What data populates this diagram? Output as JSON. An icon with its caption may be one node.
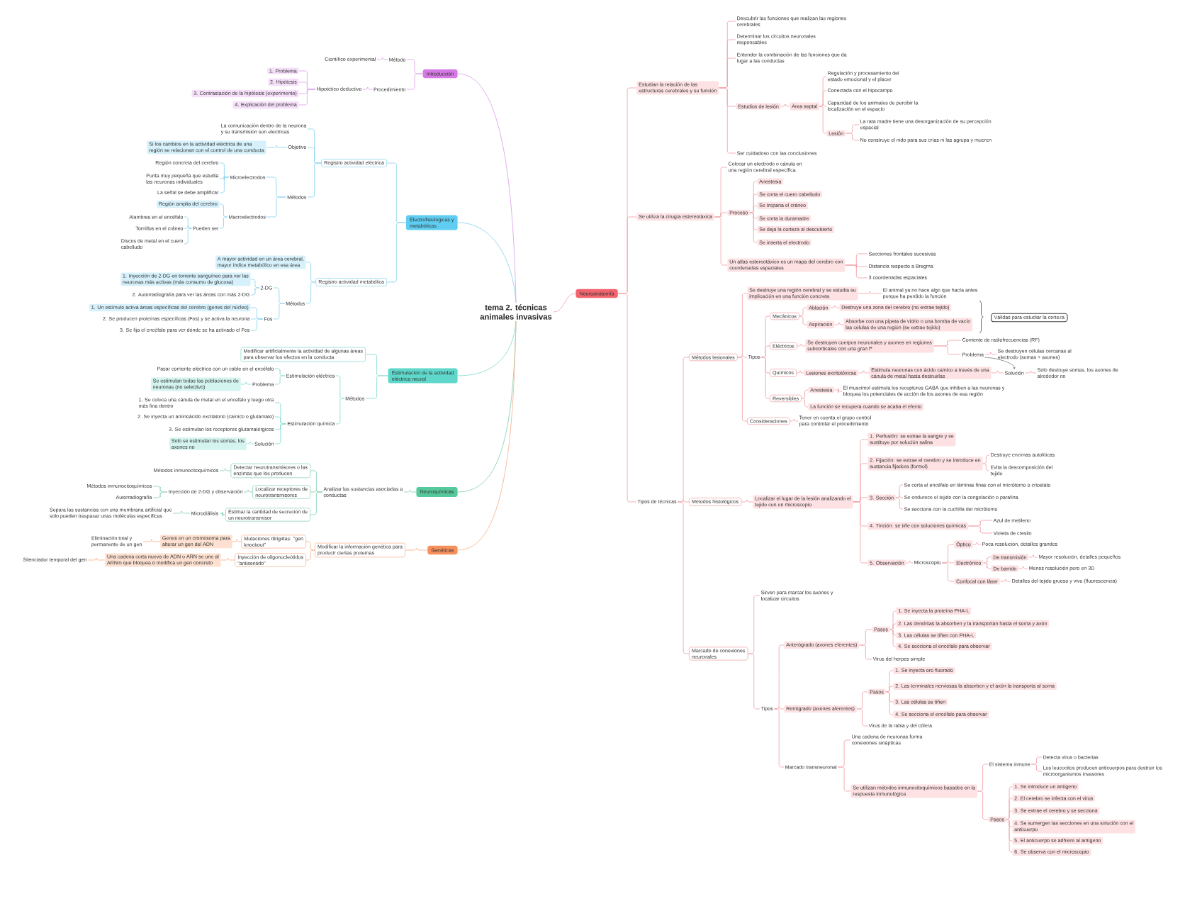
{
  "diagram": {
    "nodes": [
      {
        "text": [
          "tema 2. técnicas animales invasivas"
        ]
      },
      {
        "text": [
          "Introducción"
        ]
      },
      {
        "text": [
          "Método"
        ]
      },
      {
        "text": [
          "Científico experimental"
        ]
      },
      {
        "text": [
          "Procedimiento"
        ]
      },
      {
        "text": [
          "Hipotético deductivo"
        ]
      },
      {
        "text": [
          "1. Problema"
        ]
      },
      {
        "text": [
          "2. Hipótesis"
        ]
      },
      {
        "text": [
          "3. Contrastación de la hipótesis (experimento)"
        ]
      },
      {
        "text": [
          "4. Explicación del problema"
        ]
      },
      {
        "text": [
          "Electrofisiológicas y metabólicas"
        ]
      },
      {
        "text": [
          "Registro actividad eléctrica"
        ]
      },
      {
        "text": [
          "La comunicación dentro de la neurona y su transmisión son eléctricas"
        ]
      },
      {
        "text": [
          "Objetivo"
        ]
      },
      {
        "text": [
          "Si los cambios en la actividad eléctrica de una región se relacionan con el control de una conducta"
        ]
      },
      {
        "text": [
          "Métodos"
        ]
      },
      {
        "text": [
          "Microelectrodos"
        ]
      },
      {
        "text": [
          "Región concreta del cerebro"
        ]
      },
      {
        "text": [
          "Punta muy pequeña que estudia las neuronas individuales"
        ]
      },
      {
        "text": [
          "La señal se debe amplificar"
        ]
      },
      {
        "text": [
          "Macroelectrodos"
        ]
      },
      {
        "text": [
          "Región amplia del cerebro"
        ]
      },
      {
        "text": [
          "Pueden ser"
        ]
      },
      {
        "text": [
          "Alambres en el encéfalo"
        ]
      },
      {
        "text": [
          "Tornillos en el cráneo"
        ]
      },
      {
        "text": [
          "Discos de metal en el cuero cabelludo"
        ]
      },
      {
        "text": [
          "Registro actividad metabólica"
        ]
      },
      {
        "text": [
          "A mayor actividad en un área cerebral, mayor índice metabólico en esa área"
        ]
      },
      {
        "text": [
          "Métodos"
        ]
      },
      {
        "text": [
          "2-DG"
        ]
      },
      {
        "text": [
          "1. Inyección de 2-DG en torrente sanguíneo para ver las neuronas más activas (más consumo de glucosa)"
        ]
      },
      {
        "text": [
          "2. Autorradiografía para ver las áreas con más 2-DG"
        ]
      },
      {
        "text": [
          "Fos"
        ]
      },
      {
        "text": [
          "1. Un estímulo activa áreas específicas del cerebro (genes del núcleo)"
        ]
      },
      {
        "text": [
          "2. Se producen proteínas específicas (Fos) y se activa la neurona"
        ]
      },
      {
        "text": [
          "3. Se fija el encéfalo para ver dónde se ha activado el Fos"
        ]
      },
      {
        "text": [
          "Estimulación de la actividad eléctrica neural"
        ]
      },
      {
        "text": [
          "Modificar artificialmente la actividad de algunas áreas para observar los efectos en la conducta"
        ]
      },
      {
        "text": [
          "Métodos"
        ]
      },
      {
        "text": [
          "Estimulación eléctrica"
        ]
      },
      {
        "text": [
          "Pasar corriente eléctrica con un cable en el encéfalo"
        ]
      },
      {
        "text": [
          "Problema"
        ]
      },
      {
        "text": [
          "Se estimulan todas las poblaciones de neuronas (no selectivo)"
        ]
      },
      {
        "text": [
          "Estimulación química"
        ]
      },
      {
        "text": [
          "1. Se coloca una cánula de metal en el encéfalo y luego otra más fina dentro"
        ]
      },
      {
        "text": [
          "2. Se inyecta un aminoácido excitatorio (caínico o glutamato)"
        ]
      },
      {
        "text": [
          "3. Se estimulan los receptores glutamatérgicos"
        ]
      },
      {
        "text": [
          "Solución"
        ]
      },
      {
        "text": [
          "Solo se estimulan los somas, los axones no"
        ]
      },
      {
        "text": [
          "Neuroquímicas"
        ]
      },
      {
        "text": [
          "Analizar las sustancias asociadas a conductas"
        ]
      },
      {
        "text": [
          "Detectar neurotransmisores o las enzimas que los producen"
        ]
      },
      {
        "text": [
          "Métodos inmunocitoquímicos"
        ]
      },
      {
        "text": [
          "Localizar receptores de neurotransmisores"
        ]
      },
      {
        "text": [
          "Inyección de 2-DG y observación"
        ]
      },
      {
        "text": [
          "Métodos inmunocitoquímicos"
        ]
      },
      {
        "text": [
          "Autorradiografía"
        ]
      },
      {
        "text": [
          "Estimar la cantidad de secreción de un neurotransmisor"
        ]
      },
      {
        "text": [
          "Microdiálisis"
        ]
      },
      {
        "text": [
          "Separa las sustancias con una membrana artificial que solo pueden traspasar unas moléculas específicas"
        ]
      },
      {
        "text": [
          "Genéticas"
        ]
      },
      {
        "text": [
          "Modificar la información genética para producir ciertas proteínas"
        ]
      },
      {
        "text": [
          "Mutaciones dirigidas: \"gen knockout\""
        ]
      },
      {
        "text": [
          "Genes en un cromosoma para alterar un gen del ADN"
        ]
      },
      {
        "text": [
          "Eliminación total y permanente de un gen"
        ]
      },
      {
        "text": [
          "Inyección de oligonucleótidos \"antisentido\""
        ]
      },
      {
        "text": [
          "Una cadena corta nueva de ADN o ARN se une al ARNm que bloquea o modifica un gen concreto"
        ]
      },
      {
        "text": [
          "Silenciador temporal del gen"
        ]
      },
      {
        "text": [
          "Neuroanatomía"
        ]
      },
      {
        "text": [
          "Estudian la relación de las estructuras cerebrales y su función"
        ]
      },
      {
        "text": [
          "Descubrir las funciones que realizan las regiones cerebrales"
        ]
      },
      {
        "text": [
          "Determinar los circuitos neuronales responsables"
        ]
      },
      {
        "text": [
          "Entender la combinación de las funciones que da lugar a las conductas"
        ]
      },
      {
        "text": [
          "Estudios de lesión"
        ]
      },
      {
        "text": [
          "Área septal"
        ]
      },
      {
        "text": [
          "Regulación y procesamiento del estado emocional y el placer"
        ]
      },
      {
        "text": [
          "Conectada con el hipocampo"
        ]
      },
      {
        "text": [
          "Capacidad de los animales de percibir la localización en el espacio"
        ]
      },
      {
        "text": [
          "Lesión"
        ]
      },
      {
        "text": [
          "La rata madre tiene una desorganización de su percepción espacial"
        ]
      },
      {
        "text": [
          "No construye el nido para sus crías ni las agrupa y mueren"
        ]
      },
      {
        "text": [
          "Ser cuidadoso con las conclusiones"
        ]
      },
      {
        "text": [
          "Se utiliza la cirugía estereotáxica"
        ]
      },
      {
        "text": [
          "Colocar un electrodo o cánula en una región cerebral específica"
        ]
      },
      {
        "text": [
          "Proceso"
        ]
      },
      {
        "text": [
          "Anestesia"
        ]
      },
      {
        "text": [
          "Se corta el cuero cabelludo"
        ]
      },
      {
        "text": [
          "Se trepana el cráneo"
        ]
      },
      {
        "text": [
          "Se corta la duramadre"
        ]
      },
      {
        "text": [
          "Se deja la corteza al descubierto"
        ]
      },
      {
        "text": [
          "Se inserta el electrodo"
        ]
      },
      {
        "text": [
          "Un atlas estereotáxico es un mapa del cerebro con coordenadas espaciales"
        ]
      },
      {
        "text": [
          "Secciones frontales sucesivas"
        ]
      },
      {
        "text": [
          "Distancia respecto a Bregma"
        ]
      },
      {
        "text": [
          "3 coordenadas espaciales"
        ]
      },
      {
        "text": [
          "Tipos de técnicas"
        ]
      },
      {
        "text": [
          "Métodos lesionales"
        ]
      },
      {
        "text": [
          "Se destruye una región cerebral y se estudia su implicación en una función concreta"
        ]
      },
      {
        "text": [
          "El animal ya no hace algo que hacía antes porque ha perdido la función"
        ]
      },
      {
        "text": [
          "Tipos"
        ]
      },
      {
        "text": [
          "Mecánicos"
        ]
      },
      {
        "text": [
          "Ablación"
        ]
      },
      {
        "text": [
          "Destruye una zona del cerebro (no extrae tejido)"
        ]
      },
      {
        "text": [
          "Aspiración"
        ]
      },
      {
        "text": [
          "Absorbe con una pipeta de vidrio o una bomba de vacío las células de una región (se extrae tejido)"
        ]
      },
      {
        "text": [
          "Válidas para estudiar la corteza"
        ]
      },
      {
        "text": [
          "Eléctricos"
        ]
      },
      {
        "text": [
          "Se destruyen cuerpos neuronales y axones en regiones subcorticales con una gran f*"
        ]
      },
      {
        "text": [
          "Corriente de radiofrecuencias (RF)"
        ]
      },
      {
        "text": [
          "Problema"
        ]
      },
      {
        "text": [
          "Se destruyen células cercanas al electrodo (somas + axones)"
        ]
      },
      {
        "text": [
          "Químicos"
        ]
      },
      {
        "text": [
          "Lesiones excitotóxicas"
        ]
      },
      {
        "text": [
          "Estimula neuronas con ácido caínico a través de una cánula de metal hasta destruirlas"
        ]
      },
      {
        "text": [
          "Solución"
        ]
      },
      {
        "text": [
          "Solo destruye somas, los axones de alrededor no"
        ]
      },
      {
        "text": [
          "Reversibles"
        ]
      },
      {
        "text": [
          "Anestesia"
        ]
      },
      {
        "text": [
          "El muscimol estimula los receptores GABA que inhiben a las neuronas y bloquea los potenciales de acción de los axones de esa región"
        ]
      },
      {
        "text": [
          "La función se recupera cuando se acaba el efecto"
        ]
      },
      {
        "text": [
          "Consideraciones"
        ]
      },
      {
        "text": [
          "Tener en cuenta el grupo control para controlar el procedimiento"
        ]
      },
      {
        "text": [
          "Métodos histológicos"
        ]
      },
      {
        "text": [
          "Localizar el lugar de la lesión analizando el tejido con un microscopio"
        ]
      },
      {
        "text": [
          "1. Perfusión: se extrae la sangre y se sustituye por solución salina"
        ]
      },
      {
        "text": [
          "2. Fijación: se extrae el cerebro y se introduce en sustancia fijadora (formol)"
        ]
      },
      {
        "text": [
          "Destruye enzimas autolíticas"
        ]
      },
      {
        "text": [
          "Evita la descomposición del tejido"
        ]
      },
      {
        "text": [
          "3. Sección"
        ]
      },
      {
        "text": [
          "Se corta el encéfalo en láminas finas con el micrótomo o criostato"
        ]
      },
      {
        "text": [
          "Se endurece el tejido con la congelación o parafina"
        ]
      },
      {
        "text": [
          "Se secciona con la cuchilla del micrótomo"
        ]
      },
      {
        "text": [
          "4. Tinción: se tiñe con soluciones químicas"
        ]
      },
      {
        "text": [
          "Azul de metileno"
        ]
      },
      {
        "text": [
          "Violeta de cresilo"
        ]
      },
      {
        "text": [
          "5. Observación"
        ]
      },
      {
        "text": [
          "Microscopio"
        ]
      },
      {
        "text": [
          "Óptico"
        ]
      },
      {
        "text": [
          "Poca resolución, detalles grandes"
        ]
      },
      {
        "text": [
          "Electrónico"
        ]
      },
      {
        "text": [
          "De transmisión"
        ]
      },
      {
        "text": [
          "Mayor resolución, detalles pequeños"
        ]
      },
      {
        "text": [
          "De barrido"
        ]
      },
      {
        "text": [
          "Menos resolución pero en 3D"
        ]
      },
      {
        "text": [
          "Confocal con láser"
        ]
      },
      {
        "text": [
          "Detalles del tejido grueso y vivo (fluorescencia)"
        ]
      },
      {
        "text": [
          "Marcado de conexiones neuronales"
        ]
      },
      {
        "text": [
          "Sirven para marcar los axones y localizar circuitos"
        ]
      },
      {
        "text": [
          "Tipos"
        ]
      },
      {
        "text": [
          "Anterógrado (axones eferentes)"
        ]
      },
      {
        "text": [
          "Pasos"
        ]
      },
      {
        "text": [
          "1. Se inyecta la proteína PHA-L"
        ]
      },
      {
        "text": [
          "2. Las dendritas la absorben y la transportan hasta el soma y axón"
        ]
      },
      {
        "text": [
          "3. Las células se tiñen con PHA-L"
        ]
      },
      {
        "text": [
          "4. Se secciona el encéfalo para observar"
        ]
      },
      {
        "text": [
          "Virus del herpes simple"
        ]
      },
      {
        "text": [
          "Retrógrado (axones aferentes)"
        ]
      },
      {
        "text": [
          "Pasos"
        ]
      },
      {
        "text": [
          "1. Se inyecta oro fluorado"
        ]
      },
      {
        "text": [
          "2. Las terminales nerviosas la absorben y el axón la transporta al soma"
        ]
      },
      {
        "text": [
          "3. Las células se tiñen"
        ]
      },
      {
        "text": [
          "4. Se secciona el encéfalo para observar"
        ]
      },
      {
        "text": [
          "Virus de la rabia y del cólera"
        ]
      },
      {
        "text": [
          "Marcado transneuronal"
        ]
      },
      {
        "text": [
          "Una cadena de neuronas forma conexiones sinápticas"
        ]
      },
      {
        "text": [
          "Se utilizan métodos inmunocitoquímicos basados en la respuesta inmunológica"
        ]
      },
      {
        "text": [
          "El sistema inmune"
        ]
      },
      {
        "text": [
          "Detecta virus o bacterias"
        ]
      },
      {
        "text": [
          "Los leucocitos producen anticuerpos para destruir los microorganismos invasores"
        ]
      },
      {
        "text": [
          "Pasos"
        ]
      },
      {
        "text": [
          "1. Se introduce un antígeno"
        ]
      },
      {
        "text": [
          "2. El cerebro se infecta con el virus"
        ]
      },
      {
        "text": [
          "3. Se extrae el cerebro y se secciona"
        ]
      },
      {
        "text": [
          "4. Se sumergen las secciones en una solución con el anticuerpo"
        ]
      },
      {
        "text": [
          "5. El anticuerpo se adhiere al antígeno"
        ]
      },
      {
        "text": [
          "6. Se observa con el microscopio"
        ]
      }
    ],
    "edges": [
      {
        "from": 0,
        "to": 1,
        "arrow": "none",
        "color": "#dca6ea"
      },
      {
        "from": 1,
        "to": 2,
        "arrow": "none",
        "color": "#dca6ea"
      },
      {
        "from": 2,
        "to": 3,
        "arrow": "none",
        "color": "#dca6ea"
      },
      {
        "from": 1,
        "to": 4,
        "arrow": "none",
        "color": "#dca6ea"
      },
      {
        "from": 4,
        "to": 5,
        "arrow": "none",
        "color": "#dca6ea"
      },
      {
        "from": 5,
        "to": 6,
        "arrow": "none",
        "color": "#dca6ea"
      },
      {
        "from": 5,
        "to": 7,
        "arrow": "none",
        "color": "#dca6ea"
      },
      {
        "from": 5,
        "to": 8,
        "arrow": "none",
        "color": "#dca6ea"
      },
      {
        "from": 5,
        "to": 9,
        "arrow": "none",
        "color": "#dca6ea"
      },
      {
        "from": 0,
        "to": 10,
        "arrow": "none",
        "color": "#8fd5ef"
      },
      {
        "from": 10,
        "to": 11,
        "arrow": "none",
        "color": "#8fd5ef"
      },
      {
        "from": 11,
        "to": 12,
        "arrow": "none",
        "color": "#8fd5ef"
      },
      {
        "from": 11,
        "to": 13,
        "arrow": "none",
        "color": "#8fd5ef"
      },
      {
        "from": 13,
        "to": 14,
        "arrow": "none",
        "color": "#8fd5ef"
      },
      {
        "from": 11,
        "to": 15,
        "arrow": "none",
        "color": "#8fd5ef"
      },
      {
        "from": 15,
        "to": 16,
        "arrow": "none",
        "color": "#8fd5ef"
      },
      {
        "from": 16,
        "to": 17,
        "arrow": "none",
        "color": "#8fd5ef"
      },
      {
        "from": 16,
        "to": 18,
        "arrow": "none",
        "color": "#8fd5ef"
      },
      {
        "from": 16,
        "to": 19,
        "arrow": "none",
        "color": "#8fd5ef"
      },
      {
        "from": 15,
        "to": 20,
        "arrow": "none",
        "color": "#8fd5ef"
      },
      {
        "from": 20,
        "to": 21,
        "arrow": "none",
        "color": "#8fd5ef"
      },
      {
        "from": 20,
        "to": 22,
        "arrow": "none",
        "color": "#8fd5ef"
      },
      {
        "from": 22,
        "to": 23,
        "arrow": "none",
        "color": "#8fd5ef"
      },
      {
        "from": 22,
        "to": 24,
        "arrow": "none",
        "color": "#8fd5ef"
      },
      {
        "from": 22,
        "to": 25,
        "arrow": "none",
        "color": "#8fd5ef"
      },
      {
        "from": 10,
        "to": 26,
        "arrow": "none",
        "color": "#8fd5ef"
      },
      {
        "from": 26,
        "to": 27,
        "arrow": "none",
        "color": "#8fd5ef"
      },
      {
        "from": 26,
        "to": 28,
        "arrow": "none",
        "color": "#8fd5ef"
      },
      {
        "from": 28,
        "to": 29,
        "arrow": "none",
        "color": "#8fd5ef"
      },
      {
        "from": 29,
        "to": 30,
        "arrow": "none",
        "color": "#8fd5ef"
      },
      {
        "from": 29,
        "to": 31,
        "arrow": "none",
        "color": "#8fd5ef"
      },
      {
        "from": 28,
        "to": 32,
        "arrow": "none",
        "color": "#8fd5ef"
      },
      {
        "from": 32,
        "to": 33,
        "arrow": "none",
        "color": "#8fd5ef"
      },
      {
        "from": 32,
        "to": 34,
        "arrow": "none",
        "color": "#8fd5ef"
      },
      {
        "from": 32,
        "to": 35,
        "arrow": "none",
        "color": "#8fd5ef"
      },
      {
        "from": 0,
        "to": 36,
        "arrow": "none",
        "color": "#8adcd2"
      },
      {
        "from": 36,
        "to": 37,
        "arrow": "none",
        "color": "#8adcd2"
      },
      {
        "from": 36,
        "to": 38,
        "arrow": "none",
        "color": "#8adcd2"
      },
      {
        "from": 38,
        "to": 39,
        "arrow": "none",
        "color": "#8adcd2"
      },
      {
        "from": 39,
        "to": 40,
        "arrow": "none",
        "color": "#8adcd2"
      },
      {
        "from": 39,
        "to": 41,
        "arrow": "none",
        "color": "#8adcd2"
      },
      {
        "from": 41,
        "to": 42,
        "arrow": "none",
        "color": "#8adcd2"
      },
      {
        "from": 38,
        "to": 43,
        "arrow": "none",
        "color": "#8adcd2"
      },
      {
        "from": 43,
        "to": 44,
        "arrow": "none",
        "color": "#8adcd2"
      },
      {
        "from": 43,
        "to": 45,
        "arrow": "none",
        "color": "#8adcd2"
      },
      {
        "from": 43,
        "to": 46,
        "arrow": "none",
        "color": "#8adcd2"
      },
      {
        "from": 43,
        "to": 47,
        "arrow": "none",
        "color": "#8adcd2"
      },
      {
        "from": 47,
        "to": 48,
        "arrow": "none",
        "color": "#8adcd2"
      },
      {
        "from": 0,
        "to": 49,
        "arrow": "none",
        "color": "#8fd3b6"
      },
      {
        "from": 49,
        "to": 50,
        "arrow": "none",
        "color": "#8fd3b6"
      },
      {
        "from": 50,
        "to": 51,
        "arrow": "none",
        "color": "#8fd3b6"
      },
      {
        "from": 51,
        "to": 52,
        "arrow": "none",
        "color": "#8fd3b6"
      },
      {
        "from": 50,
        "to": 53,
        "arrow": "none",
        "color": "#8fd3b6"
      },
      {
        "from": 53,
        "to": 54,
        "arrow": "none",
        "color": "#8fd3b6"
      },
      {
        "from": 54,
        "to": 55,
        "arrow": "none",
        "color": "#8fd3b6"
      },
      {
        "from": 54,
        "to": 56,
        "arrow": "none",
        "color": "#8fd3b6"
      },
      {
        "from": 50,
        "to": 57,
        "arrow": "none",
        "color": "#8fd3b6"
      },
      {
        "from": 57,
        "to": 58,
        "arrow": "none",
        "color": "#8fd3b6"
      },
      {
        "from": 58,
        "to": 59,
        "arrow": "none",
        "color": "#8fd3b6"
      },
      {
        "from": 0,
        "to": 60,
        "arrow": "none",
        "color": "#f6b592"
      },
      {
        "from": 60,
        "to": 61,
        "arrow": "none",
        "color": "#f6b592"
      },
      {
        "from": 61,
        "to": 62,
        "arrow": "none",
        "color": "#f6b592"
      },
      {
        "from": 62,
        "to": 63,
        "arrow": "none",
        "color": "#f6b592"
      },
      {
        "from": 63,
        "to": 64,
        "arrow": "none",
        "color": "#f6b592"
      },
      {
        "from": 61,
        "to": 65,
        "arrow": "none",
        "color": "#f6b592"
      },
      {
        "from": 65,
        "to": 66,
        "arrow": "none",
        "color": "#f6b592"
      },
      {
        "from": 66,
        "to": 67,
        "arrow": "none",
        "color": "#f6b592"
      },
      {
        "from": 0,
        "to": 68,
        "arrow": "none"
      },
      {
        "from": 68,
        "to": 69,
        "arrow": "none"
      },
      {
        "from": 69,
        "to": 70,
        "arrow": "none"
      },
      {
        "from": 69,
        "to": 71,
        "arrow": "none"
      },
      {
        "from": 69,
        "to": 72,
        "arrow": "none"
      },
      {
        "from": 69,
        "to": 73,
        "arrow": "none"
      },
      {
        "from": 73,
        "to": 74,
        "arrow": "none"
      },
      {
        "from": 74,
        "to": 75,
        "arrow": "none"
      },
      {
        "from": 74,
        "to": 76,
        "arrow": "none"
      },
      {
        "from": 74,
        "to": 77,
        "arrow": "none"
      },
      {
        "from": 74,
        "to": 78,
        "arrow": "none"
      },
      {
        "from": 78,
        "to": 79,
        "arrow": "none"
      },
      {
        "from": 78,
        "to": 80,
        "arrow": "none"
      },
      {
        "from": 69,
        "to": 81,
        "arrow": "none"
      },
      {
        "from": 68,
        "to": 82,
        "arrow": "none"
      },
      {
        "from": 82,
        "to": 83,
        "arrow": "none"
      },
      {
        "from": 82,
        "to": 84,
        "arrow": "none"
      },
      {
        "from": 84,
        "to": 85,
        "arrow": "none"
      },
      {
        "from": 84,
        "to": 86,
        "arrow": "none"
      },
      {
        "from": 84,
        "to": 87,
        "arrow": "none"
      },
      {
        "from": 84,
        "to": 88,
        "arrow": "none"
      },
      {
        "from": 84,
        "to": 89,
        "arrow": "none"
      },
      {
        "from": 84,
        "to": 90,
        "arrow": "none"
      },
      {
        "from": 82,
        "to": 91,
        "arrow": "none"
      },
      {
        "from": 91,
        "to": 92,
        "arrow": "none"
      },
      {
        "from": 91,
        "to": 93,
        "arrow": "none"
      },
      {
        "from": 91,
        "to": 94,
        "arrow": "none"
      },
      {
        "from": 68,
        "to": 95,
        "arrow": "none"
      },
      {
        "from": 95,
        "to": 96,
        "arrow": "none"
      },
      {
        "from": 96,
        "to": 97,
        "arrow": "none"
      },
      {
        "from": 97,
        "to": 98,
        "arrow": "none"
      },
      {
        "from": 96,
        "to": 99,
        "arrow": "none"
      },
      {
        "from": 99,
        "to": 100,
        "arrow": "none"
      },
      {
        "from": 100,
        "to": 101,
        "arrow": "none"
      },
      {
        "from": 101,
        "to": 102,
        "arrow": "none"
      },
      {
        "from": 100,
        "to": 103,
        "arrow": "none"
      },
      {
        "from": 103,
        "to": 104,
        "arrow": "none"
      },
      {
        "from": 99,
        "to": 106,
        "arrow": "none"
      },
      {
        "from": 106,
        "to": 107,
        "arrow": "none"
      },
      {
        "from": 107,
        "to": 108,
        "arrow": "none"
      },
      {
        "from": 107,
        "to": 109,
        "arrow": "none"
      },
      {
        "from": 109,
        "to": 110,
        "arrow": "none"
      },
      {
        "from": 99,
        "to": 111,
        "arrow": "none"
      },
      {
        "from": 111,
        "to": 112,
        "arrow": "none"
      },
      {
        "from": 112,
        "to": 113,
        "arrow": "none"
      },
      {
        "from": 113,
        "to": 114,
        "arrow": "none"
      },
      {
        "from": 114,
        "to": 115,
        "arrow": "none"
      },
      {
        "from": 99,
        "to": 116,
        "arrow": "none"
      },
      {
        "from": 116,
        "to": 117,
        "arrow": "none"
      },
      {
        "from": 117,
        "to": 118,
        "arrow": "none"
      },
      {
        "from": 116,
        "to": 119,
        "arrow": "none"
      },
      {
        "from": 96,
        "to": 120,
        "arrow": "none"
      },
      {
        "from": 120,
        "to": 121,
        "arrow": "none"
      },
      {
        "from": 95,
        "to": 122,
        "arrow": "none"
      },
      {
        "from": 122,
        "to": 123,
        "arrow": "none"
      },
      {
        "from": 123,
        "to": 124,
        "arrow": "none"
      },
      {
        "from": 123,
        "to": 125,
        "arrow": "none"
      },
      {
        "from": 125,
        "to": 126,
        "arrow": "none"
      },
      {
        "from": 125,
        "to": 127,
        "arrow": "none"
      },
      {
        "from": 123,
        "to": 128,
        "arrow": "none"
      },
      {
        "from": 128,
        "to": 129,
        "arrow": "none"
      },
      {
        "from": 128,
        "to": 130,
        "arrow": "none"
      },
      {
        "from": 128,
        "to": 131,
        "arrow": "none"
      },
      {
        "from": 123,
        "to": 132,
        "arrow": "none"
      },
      {
        "from": 132,
        "to": 133,
        "arrow": "none"
      },
      {
        "from": 132,
        "to": 134,
        "arrow": "none"
      },
      {
        "from": 123,
        "to": 135,
        "arrow": "none"
      },
      {
        "from": 135,
        "to": 136,
        "arrow": "none"
      },
      {
        "from": 136,
        "to": 137,
        "arrow": "none"
      },
      {
        "from": 137,
        "to": 138,
        "arrow": "none"
      },
      {
        "from": 136,
        "to": 139,
        "arrow": "none"
      },
      {
        "from": 139,
        "to": 140,
        "arrow": "none"
      },
      {
        "from": 140,
        "to": 141,
        "arrow": "none"
      },
      {
        "from": 139,
        "to": 142,
        "arrow": "none"
      },
      {
        "from": 142,
        "to": 143,
        "arrow": "none"
      },
      {
        "from": 136,
        "to": 144,
        "arrow": "none"
      },
      {
        "from": 144,
        "to": 145,
        "arrow": "none"
      },
      {
        "from": 95,
        "to": 146,
        "arrow": "none"
      },
      {
        "from": 146,
        "to": 147,
        "arrow": "none"
      },
      {
        "from": 146,
        "to": 148,
        "arrow": "none"
      },
      {
        "from": 148,
        "to": 149,
        "arrow": "none"
      },
      {
        "from": 149,
        "to": 150,
        "arrow": "none"
      },
      {
        "from": 150,
        "to": 151,
        "arrow": "none"
      },
      {
        "from": 150,
        "to": 152,
        "arrow": "none"
      },
      {
        "from": 150,
        "to": 153,
        "arrow": "none"
      },
      {
        "from": 150,
        "to": 154,
        "arrow": "none"
      },
      {
        "from": 149,
        "to": 155,
        "arrow": "none"
      },
      {
        "from": 148,
        "to": 156,
        "arrow": "none"
      },
      {
        "from": 156,
        "to": 157,
        "arrow": "none"
      },
      {
        "from": 157,
        "to": 158,
        "arrow": "none"
      },
      {
        "from": 157,
        "to": 159,
        "arrow": "none"
      },
      {
        "from": 157,
        "to": 160,
        "arrow": "none"
      },
      {
        "from": 157,
        "to": 161,
        "arrow": "none"
      },
      {
        "from": 156,
        "to": 162,
        "arrow": "none"
      },
      {
        "from": 148,
        "to": 163,
        "arrow": "none"
      },
      {
        "from": 163,
        "to": 164,
        "arrow": "none"
      },
      {
        "from": 163,
        "to": 165,
        "arrow": "none"
      },
      {
        "from": 165,
        "to": 166,
        "arrow": "none"
      },
      {
        "from": 166,
        "to": 167,
        "arrow": "none"
      },
      {
        "from": 166,
        "to": 168,
        "arrow": "none"
      },
      {
        "from": 165,
        "to": 169,
        "arrow": "none"
      },
      {
        "from": 169,
        "to": 170,
        "arrow": "none"
      },
      {
        "from": 169,
        "to": 171,
        "arrow": "none"
      },
      {
        "from": 169,
        "to": 172,
        "arrow": "none"
      },
      {
        "from": 169,
        "to": 173,
        "arrow": "none"
      },
      {
        "from": 169,
        "to": 174,
        "arrow": "none"
      },
      {
        "from": 169,
        "to": 175,
        "arrow": "none"
      },
      {
        "from": 109,
        "to": 114,
        "arrow": "to",
        "color": "#888888"
      }
    ]
  }
}
